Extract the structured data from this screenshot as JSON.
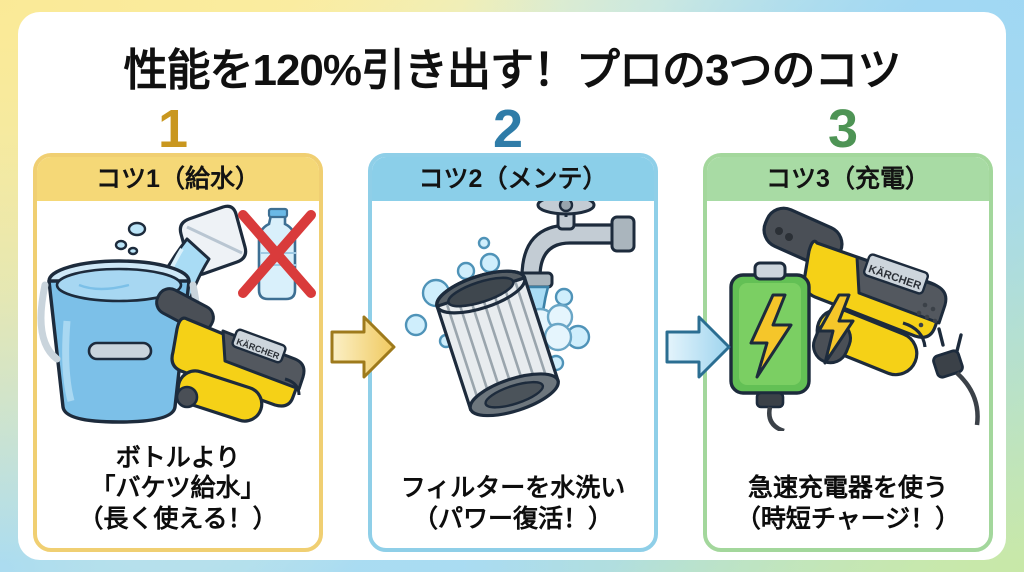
{
  "title": "性能を120%引き出す！プロの3つのコツ",
  "background": {
    "top_left": "#fae996",
    "top_right": "#a0d7f3",
    "bottom_left": "#a8dbf2",
    "bottom_right": "#c8e8a8"
  },
  "panel": {
    "background": "#ffffff"
  },
  "steps": [
    {
      "number": "1",
      "number_color": "#c9971f",
      "header": "コツ1（給水）",
      "header_bg": "#f5d877",
      "border_color": "#f0cf72",
      "illustration": "bucket-water-pitcher-no-bottle-pressure-washer",
      "caption_lines": [
        "ボトルより",
        "「バケツ給水」",
        "（長く使える！）"
      ]
    },
    {
      "number": "2",
      "number_color": "#2f7ca8",
      "header": "コツ2（メンテ）",
      "header_bg": "#8bcfe9",
      "border_color": "#8fcfe8",
      "illustration": "faucet-washing-filter-cartridge-bubbles",
      "caption_lines": [
        "フィルターを水洗い",
        "（パワー復活！）"
      ]
    },
    {
      "number": "3",
      "number_color": "#4e9455",
      "header": "コツ3（充電）",
      "header_bg": "#a8dba4",
      "border_color": "#a3d79c",
      "illustration": "green-battery-lightning-charging-pressure-washer",
      "caption_lines": [
        "急速充電器を使う",
        "（時短チャージ！）"
      ]
    }
  ],
  "arrows": [
    {
      "name": "arrow-step1-to-step2",
      "fill": "#f3d37a",
      "stroke": "#9e7a1c"
    },
    {
      "name": "arrow-step2-to-step3",
      "fill": "#aadcf2",
      "stroke": "#2b6e92"
    }
  ],
  "brand_label": "KÄRCHER"
}
